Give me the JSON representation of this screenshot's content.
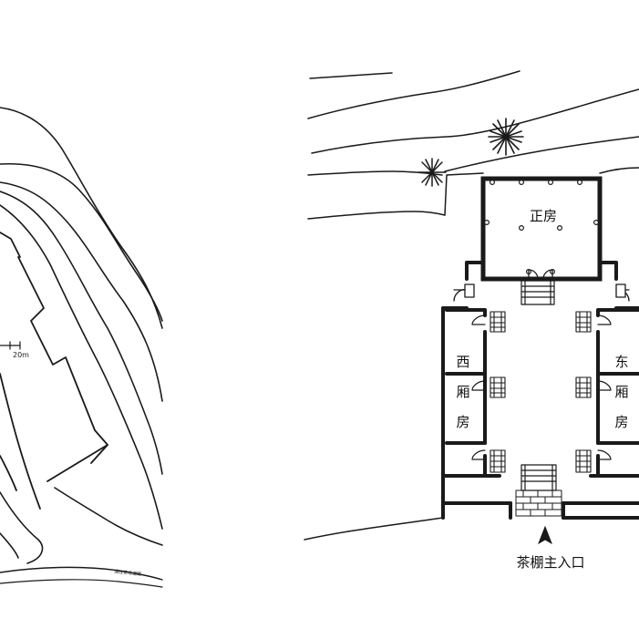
{
  "site_plan": {
    "scale_label": "20m",
    "road_label": "通往茶场道路"
  },
  "floor_plan": {
    "rooms": {
      "main_hall": "正房",
      "west_wing": [
        "西",
        "厢",
        "房"
      ],
      "east_wing": [
        "东",
        "厢",
        "房"
      ]
    },
    "entrance_label": "茶棚主入口"
  },
  "colors": {
    "ink": "#1a1a1a",
    "background": "#ffffff"
  }
}
